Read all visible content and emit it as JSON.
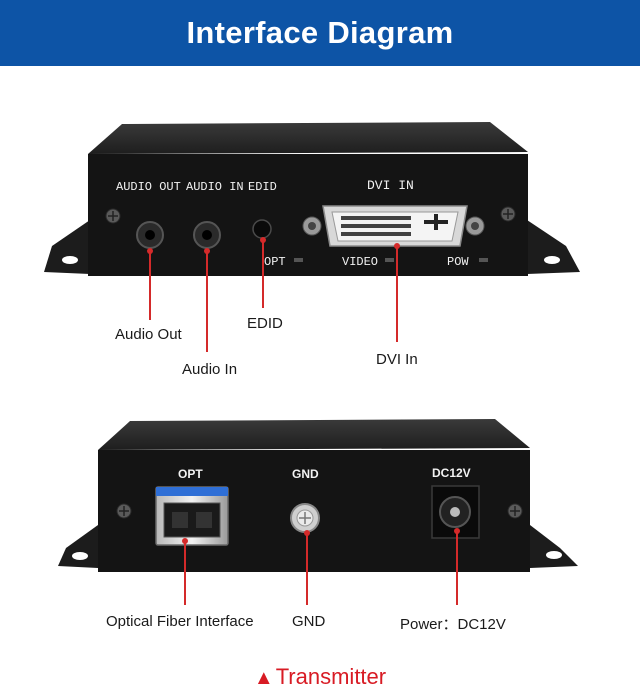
{
  "header": {
    "title": "Interface Diagram"
  },
  "top_device": {
    "panel_labels": {
      "audio_out": "AUDIO OUT",
      "audio_in": "AUDIO IN",
      "edid": "EDID",
      "dvi_in": "DVI IN",
      "opt": "OPT",
      "video": "VIDEO",
      "pow": "POW"
    },
    "callouts": {
      "audio_out": "Audio Out",
      "audio_in": "Audio In",
      "edid": "EDID",
      "dvi_in": "DVI In"
    }
  },
  "bottom_device": {
    "panel_labels": {
      "opt": "OPT",
      "gnd": "GND",
      "dc12v": "DC12V"
    },
    "callouts": {
      "optical": "Optical Fiber Interface",
      "gnd": "GND",
      "power": "Power：DC12V"
    }
  },
  "footer": {
    "marker": "▲",
    "label": "Transmitter"
  },
  "colors": {
    "banner": "#0d54a6",
    "callout_line": "#d42a2a",
    "footer_text": "#d81b24"
  }
}
